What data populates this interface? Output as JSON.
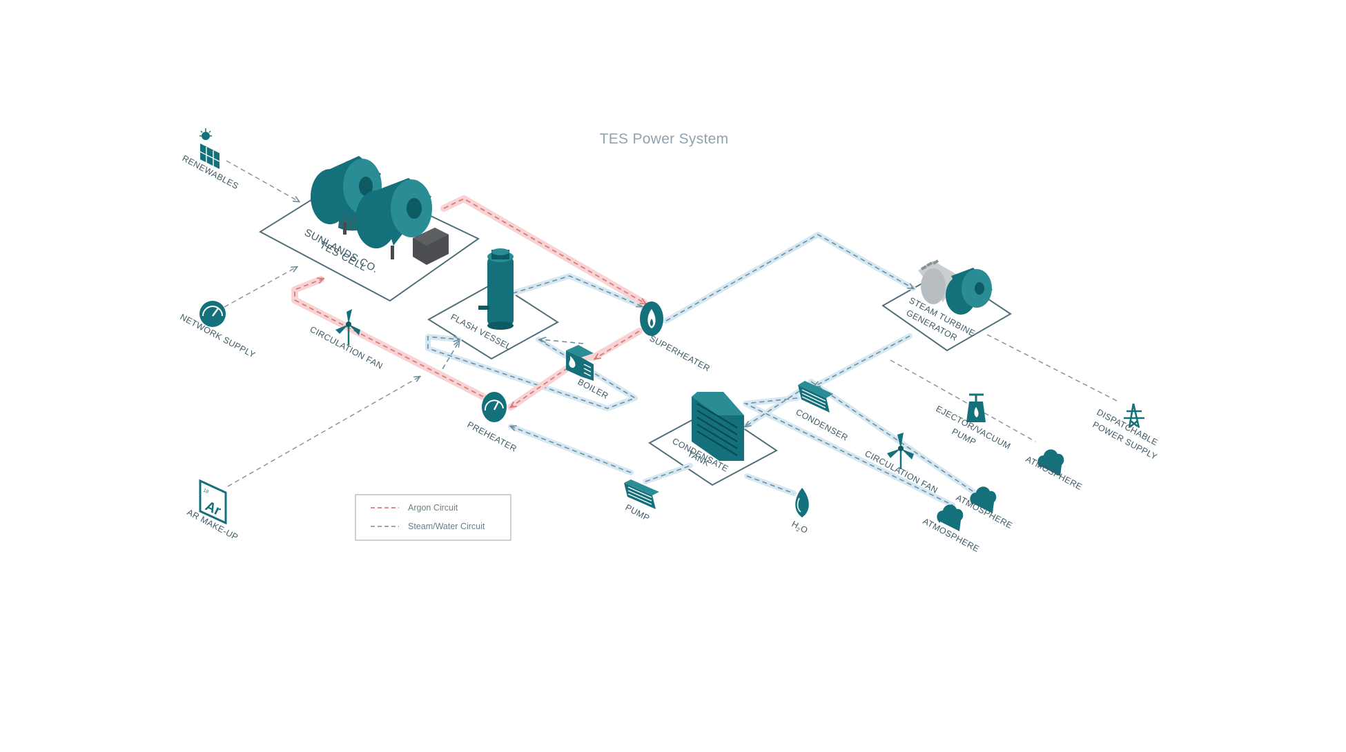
{
  "title": "TES Power System",
  "labels": {
    "renewables": "RENEWABLES",
    "network_supply": "NETWORK SUPPLY",
    "ar_makeup": "AR MAKE-UP",
    "tes_cell_line1": "SUNLANDS CO.",
    "tes_cell_line2": "TES CELL",
    "circulation_fan_left": "CIRCULATION FAN",
    "flash_vessel": "FLASH VESSEL",
    "superheater": "SUPERHEATER",
    "boiler": "BOILER",
    "preheater": "PREHEATER",
    "pump": "PUMP",
    "condensate_line1": "CONDENSATE",
    "condensate_line2": "TANK",
    "h2o": "H",
    "h2o_sub": "2",
    "h2o_tail": "O",
    "steam_turbine_line1": "STEAM TURBINE",
    "steam_turbine_line2": "GENERATOR",
    "condenser": "CONDENSER",
    "circulation_fan_right": "CIRCULATION FAN",
    "ejector_line1": "EJECTOR/VACUUM",
    "ejector_line2": "PUMP",
    "atmosphere_1": "ATMOSPHERE",
    "atmosphere_2": "ATMOSPHERE",
    "atmosphere_3": "ATMOSPHERE",
    "dispatchable_line1": "DISPATCHABLE",
    "dispatchable_line2": "POWER SUPPLY",
    "ar_symbol": "Ar",
    "ar_number": "18"
  },
  "legend": {
    "argon": "Argon Circuit",
    "steam": "Steam/Water Circuit"
  },
  "colors": {
    "accent_teal": "#14707a",
    "argon_line": "#d97a7a",
    "steam_line": "#6e8e9c",
    "title_gray": "#8fa3ad"
  },
  "icons": [
    "solar-panel-icon",
    "gauge-icon",
    "argon-element-icon",
    "fan-icon",
    "flame-icon",
    "boiler-icon",
    "radiator-icon",
    "water-drop-icon",
    "cloud-icon",
    "valve-icon",
    "pylon-icon"
  ]
}
